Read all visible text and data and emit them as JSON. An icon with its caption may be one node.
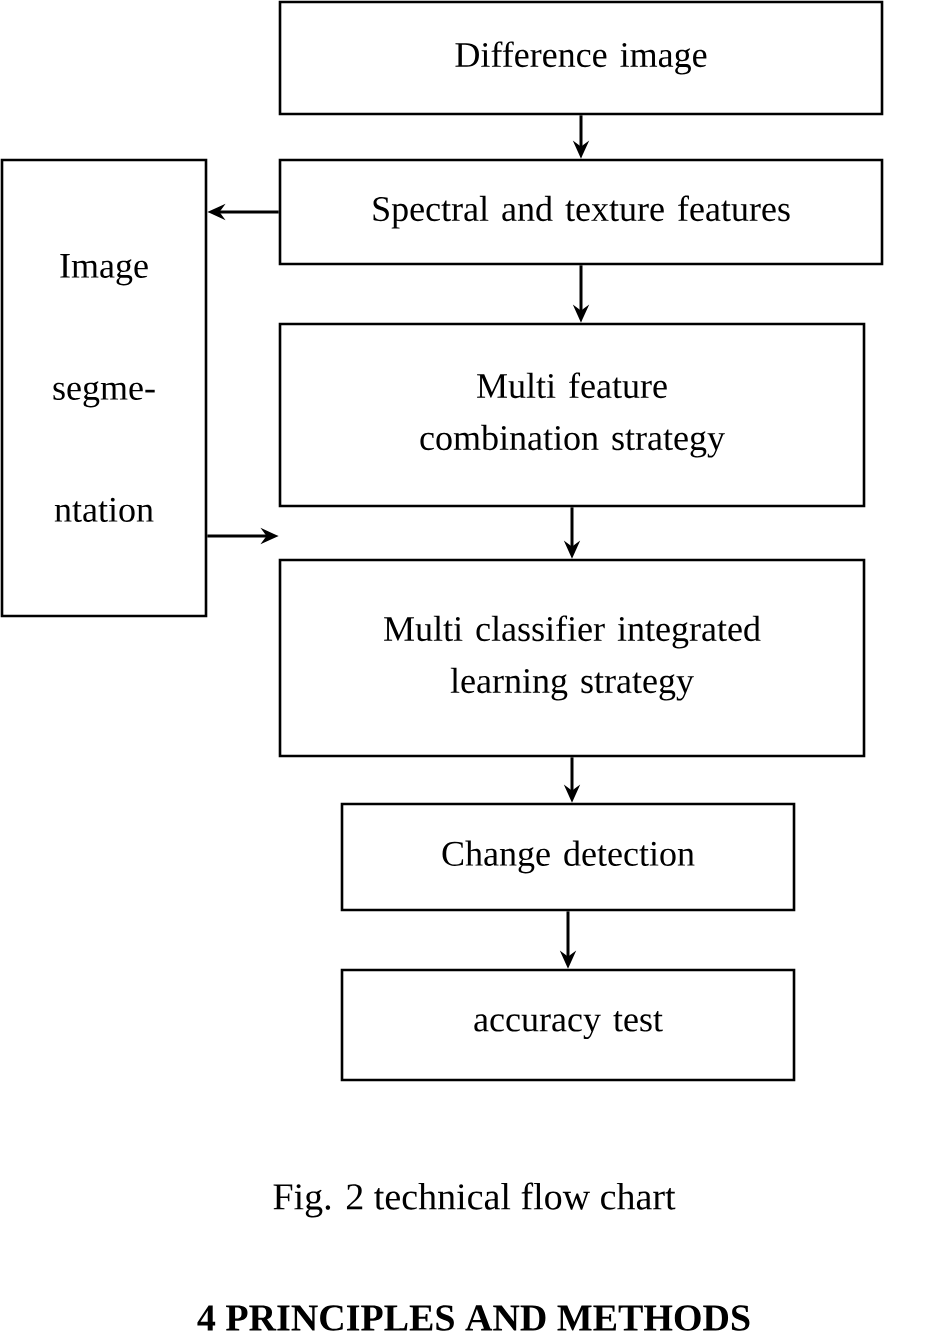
{
  "diagram": {
    "caption": "Fig. 2 technical flow chart",
    "nodes": [
      {
        "text": [
          "Difference image"
        ]
      },
      {
        "text": [
          "Spectral and texture features"
        ]
      },
      {
        "text": [
          "Multi feature combination strategy"
        ]
      },
      {
        "text": [
          "Multi classifier integrated learning strategy"
        ]
      },
      {
        "text": [
          "Change detection"
        ]
      },
      {
        "text": [
          "accuracy test"
        ]
      },
      {
        "text": [
          "Image segme- ntation"
        ]
      }
    ],
    "edges": [
      {
        "from": 0,
        "to": 1,
        "arrow": "to"
      },
      {
        "from": 1,
        "to": 6,
        "arrow": "to"
      },
      {
        "from": 1,
        "to": 2,
        "arrow": "to"
      },
      {
        "from": 2,
        "to": 3,
        "arrow": "to"
      },
      {
        "from": 6,
        "to": 3,
        "arrow": "to"
      },
      {
        "from": 3,
        "to": 4,
        "arrow": "to"
      },
      {
        "from": 4,
        "to": 5,
        "arrow": "to"
      }
    ],
    "labels": [
      "4 PRINCIPLES AND METHODS"
    ]
  }
}
